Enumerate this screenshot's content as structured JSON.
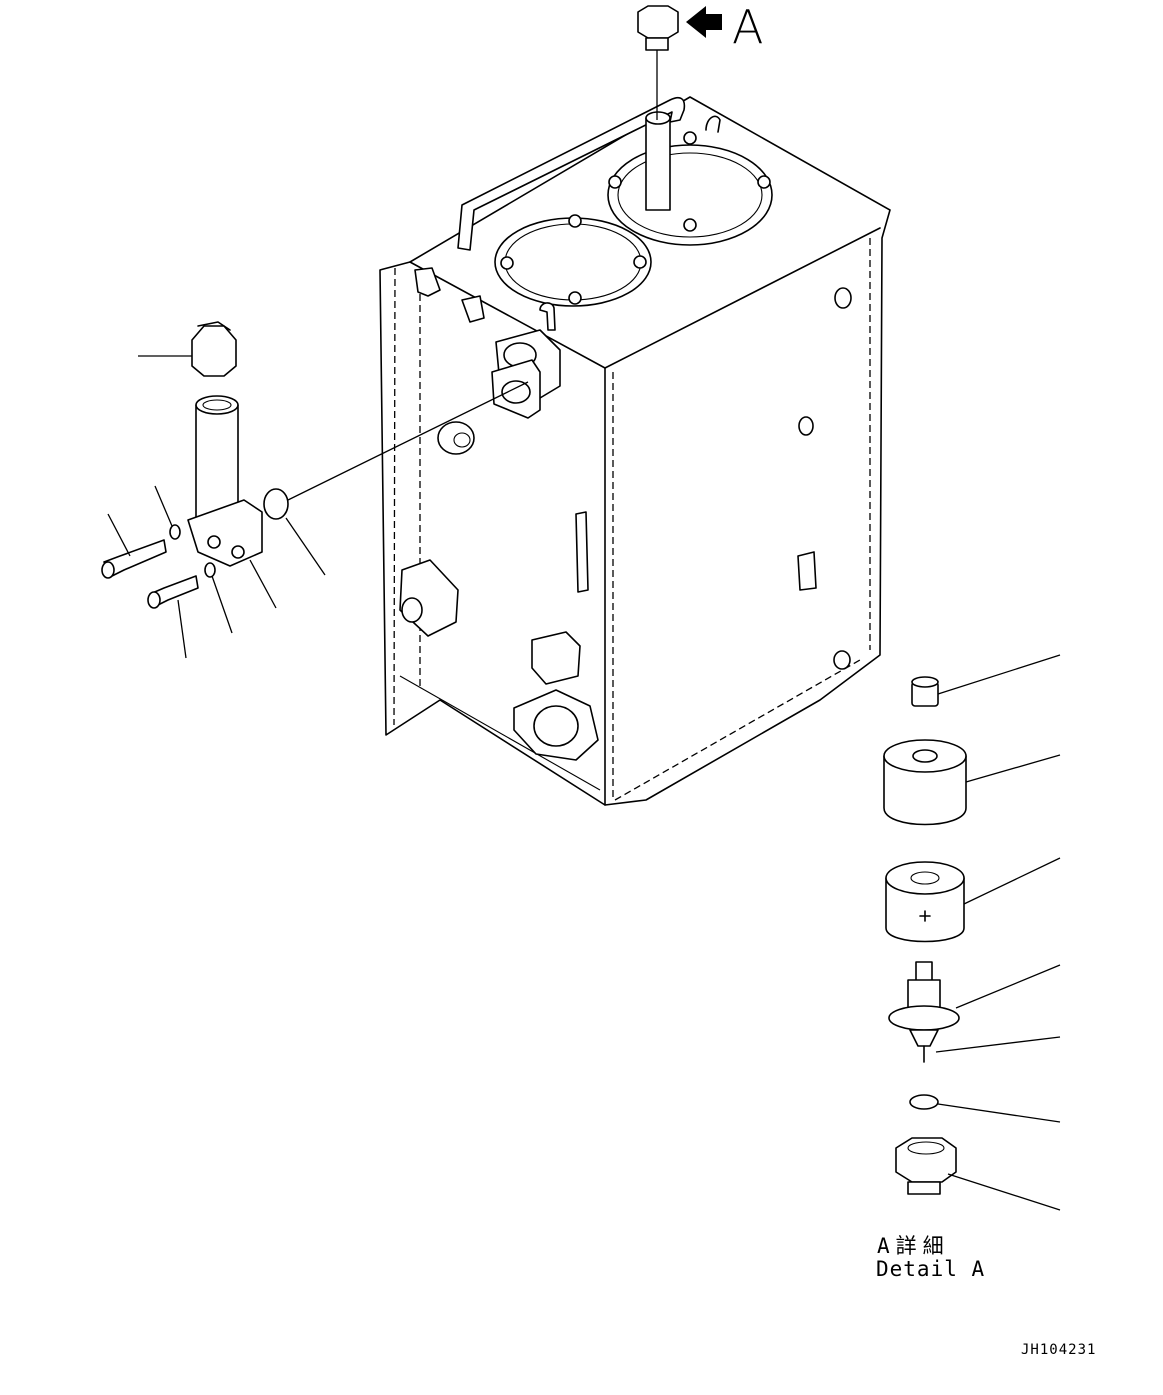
{
  "callout": {
    "view_letter": "A"
  },
  "detail": {
    "title_jp": "A詳細",
    "title_en": "Detail A"
  },
  "drawing": {
    "code": "JH104231"
  }
}
